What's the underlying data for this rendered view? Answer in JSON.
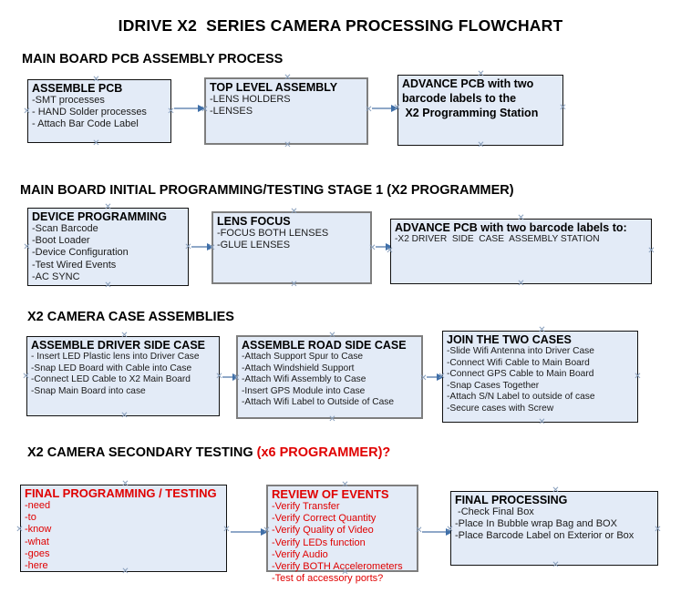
{
  "document": {
    "title": "IDRIVE X2  SERIES CAMERA PROCESSING FLOWCHART",
    "colors": {
      "box_fill": "#e3ebf7",
      "box_border_dark": "#111111",
      "box_border_gray": "#7e7e7e",
      "arrow": "#8fa8c8",
      "arrow_head": "#3f6fa8",
      "accent_red": "#e00000",
      "text": "#000000"
    }
  },
  "sections": [
    {
      "heading": "MAIN BOARD PCB ASSEMBLY PROCESS",
      "heading_accent": "",
      "boxes": [
        {
          "title": "ASSEMBLE PCB",
          "lines": [
            "-SMT processes",
            "- HAND Solder processes",
            "- Attach Bar Code Label"
          ],
          "border": "dark",
          "color": "black"
        },
        {
          "title": "TOP LEVEL ASSEMBLY",
          "lines": [
            "-LENS HOLDERS",
            "-LENSES"
          ],
          "border": "gray",
          "color": "black"
        },
        {
          "title": "ADVANCE PCB with two",
          "lines": [
            "barcode labels to the",
            " X2 Programming Station"
          ],
          "border": "dark",
          "color": "black"
        }
      ]
    },
    {
      "heading": "MAIN BOARD INITIAL PROGRAMMING/TESTING STAGE 1 (X2 PROGRAMMER)",
      "heading_accent": "",
      "boxes": [
        {
          "title": "DEVICE PROGRAMMING",
          "lines": [
            "-Scan Barcode",
            "-Boot Loader",
            "-Device Configuration",
            "-Test Wired Events",
            "-AC SYNC"
          ],
          "border": "dark",
          "color": "black"
        },
        {
          "title": "LENS FOCUS",
          "lines": [
            "-FOCUS BOTH LENSES",
            "-GLUE LENSES"
          ],
          "border": "gray",
          "color": "black"
        },
        {
          "title": "ADVANCE PCB with two barcode labels to:",
          "lines": [
            "-X2 DRIVER  SIDE  CASE  ASSEMBLY STATION"
          ],
          "border": "dark",
          "color": "black"
        }
      ]
    },
    {
      "heading": "X2 CAMERA CASE ASSEMBLIES",
      "heading_accent": "",
      "boxes": [
        {
          "title": "ASSEMBLE DRIVER SIDE CASE",
          "lines": [
            "- Insert LED Plastic lens into Driver Case",
            "-Snap LED Board with Cable into Case",
            "-Connect LED Cable to X2 Main Board",
            "-Snap Main Board into case"
          ],
          "border": "dark",
          "color": "black"
        },
        {
          "title": "ASSEMBLE ROAD SIDE CASE",
          "lines": [
            "-Attach Support Spur to Case",
            "-Attach Windshield Support",
            "-Attach Wifi Assembly to Case",
            "-Insert GPS Module into Case",
            "-Attach Wifi Label to Outside of Case"
          ],
          "border": "gray",
          "color": "black"
        },
        {
          "title": "JOIN THE TWO CASES",
          "lines": [
            "-Slide Wifi Antenna into Driver Case",
            "-Connect Wifi Cable to Main Board",
            "-Connect GPS Cable to Main Board",
            "-Snap Cases Together",
            "-Attach S/N Label to outside of case",
            "-Secure cases with Screw"
          ],
          "border": "dark",
          "color": "black"
        }
      ]
    },
    {
      "heading": "X2 CAMERA SECONDARY TESTING ",
      "heading_accent": "(x6 PROGRAMMER)?",
      "boxes": [
        {
          "title": "FINAL PROGRAMMING / TESTING",
          "lines": [
            "-need",
            "-to",
            "-know",
            "-what",
            "-goes",
            "-here"
          ],
          "border": "dark",
          "color": "red"
        },
        {
          "title": "REVIEW OF EVENTS",
          "lines": [
            "-Verify Transfer",
            "-Verify Correct Quantity",
            "-Verify Quality of Video",
            "-Verify LEDs function",
            "-Verify Audio",
            "-Verify BOTH Accelerometers",
            "-Test of accessory ports?"
          ],
          "border": "gray",
          "color": "red"
        },
        {
          "title": "FINAL PROCESSING",
          "lines": [
            " -Check Final Box",
            "-Place In Bubble wrap Bag and BOX",
            "-Place Barcode Label on Exterior or Box"
          ],
          "border": "dark",
          "color": "black"
        }
      ]
    }
  ]
}
